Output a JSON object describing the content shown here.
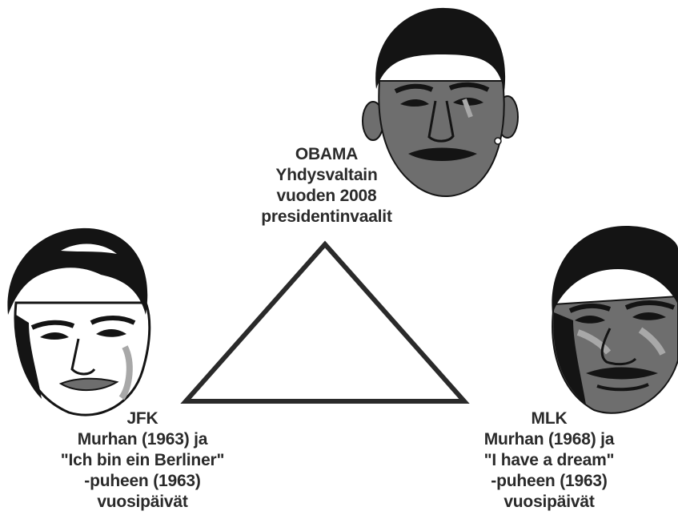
{
  "nodes": {
    "obama": {
      "lines": [
        "OBAMA",
        "Yhdysvaltain",
        "vuoden 2008",
        "presidentinvaalit"
      ]
    },
    "jfk": {
      "lines": [
        "JFK",
        "Murhan (1963) ja",
        "\"Ich bin ein Berliner\"",
        "-puheen (1963)",
        "vuosipäivät"
      ]
    },
    "mlk": {
      "lines": [
        "MLK",
        "Murhan (1968) ja",
        "\"I have a dream\"",
        "-puheen (1963)",
        "vuosipäivät"
      ]
    }
  },
  "colors": {
    "background": "#ffffff",
    "text": "#2a2a2a",
    "triangle_stroke": "#2a2a2a",
    "portrait_dark": "#141414",
    "portrait_mid": "#6e6e6e",
    "portrait_light": "#a8a8a8"
  },
  "shapes": {
    "connector": "triangle"
  }
}
